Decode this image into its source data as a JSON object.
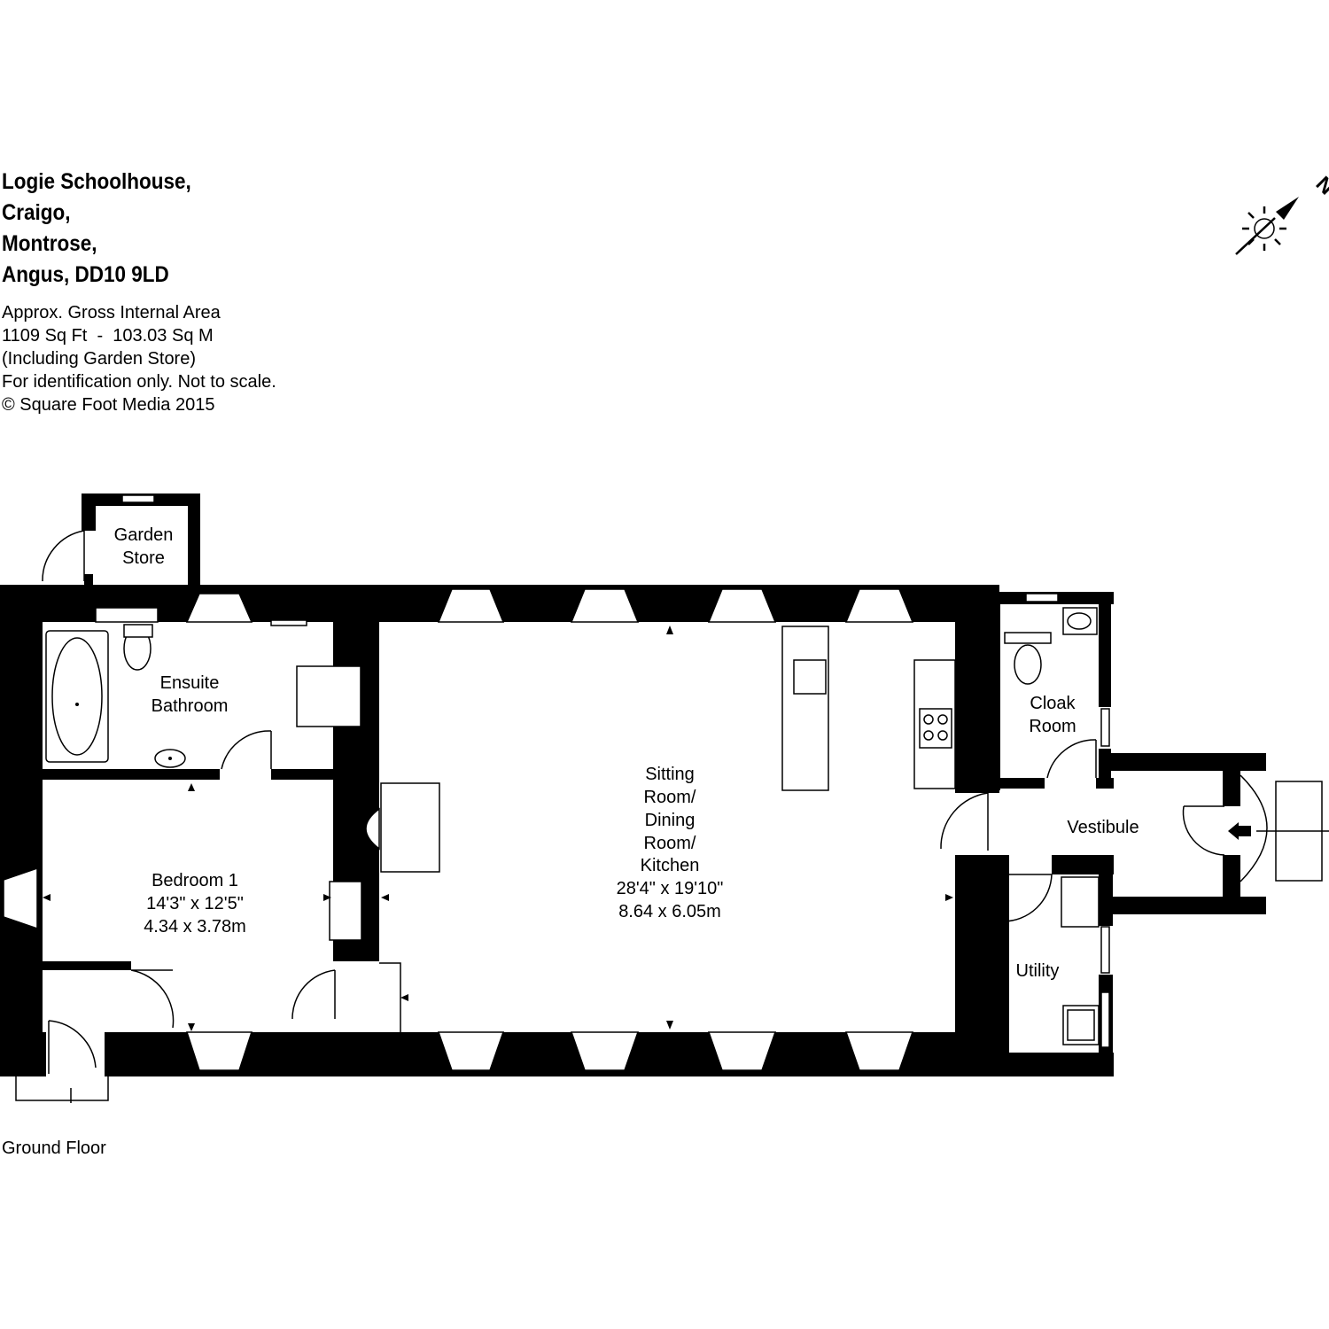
{
  "address": {
    "line1": "Logie Schoolhouse,",
    "line2": "Craigo,",
    "line3": "Montrose,",
    "line4": "Angus, DD10 9LD"
  },
  "area_info": {
    "line1": "Approx. Gross Internal Area",
    "line2": "1109 Sq Ft  -  103.03 Sq M",
    "line3": "(Including Garden Store)",
    "line4": "For identification only. Not to scale.",
    "line5": "© Square Foot Media 2015"
  },
  "compass": {
    "north_label": "N"
  },
  "rooms": {
    "garden_store": {
      "line1": "Garden",
      "line2": "Store"
    },
    "ensuite": {
      "line1": "Ensuite",
      "line2": "Bathroom"
    },
    "bedroom1": {
      "name": "Bedroom 1",
      "imperial": "14'3\" x 12'5\"",
      "metric": "4.34 x 3.78m"
    },
    "sitting": {
      "line1": "Sitting",
      "line2": "Room/",
      "line3": "Dining",
      "line4": "Room/",
      "line5": "Kitchen",
      "imperial": "28'4\" x 19'10\"",
      "metric": "8.64 x 6.05m"
    },
    "cloak": {
      "line1": "Cloak",
      "line2": "Room"
    },
    "vestibule": {
      "name": "Vestibule"
    },
    "utility": {
      "name": "Utility"
    }
  },
  "floor_label": "Ground Floor"
}
